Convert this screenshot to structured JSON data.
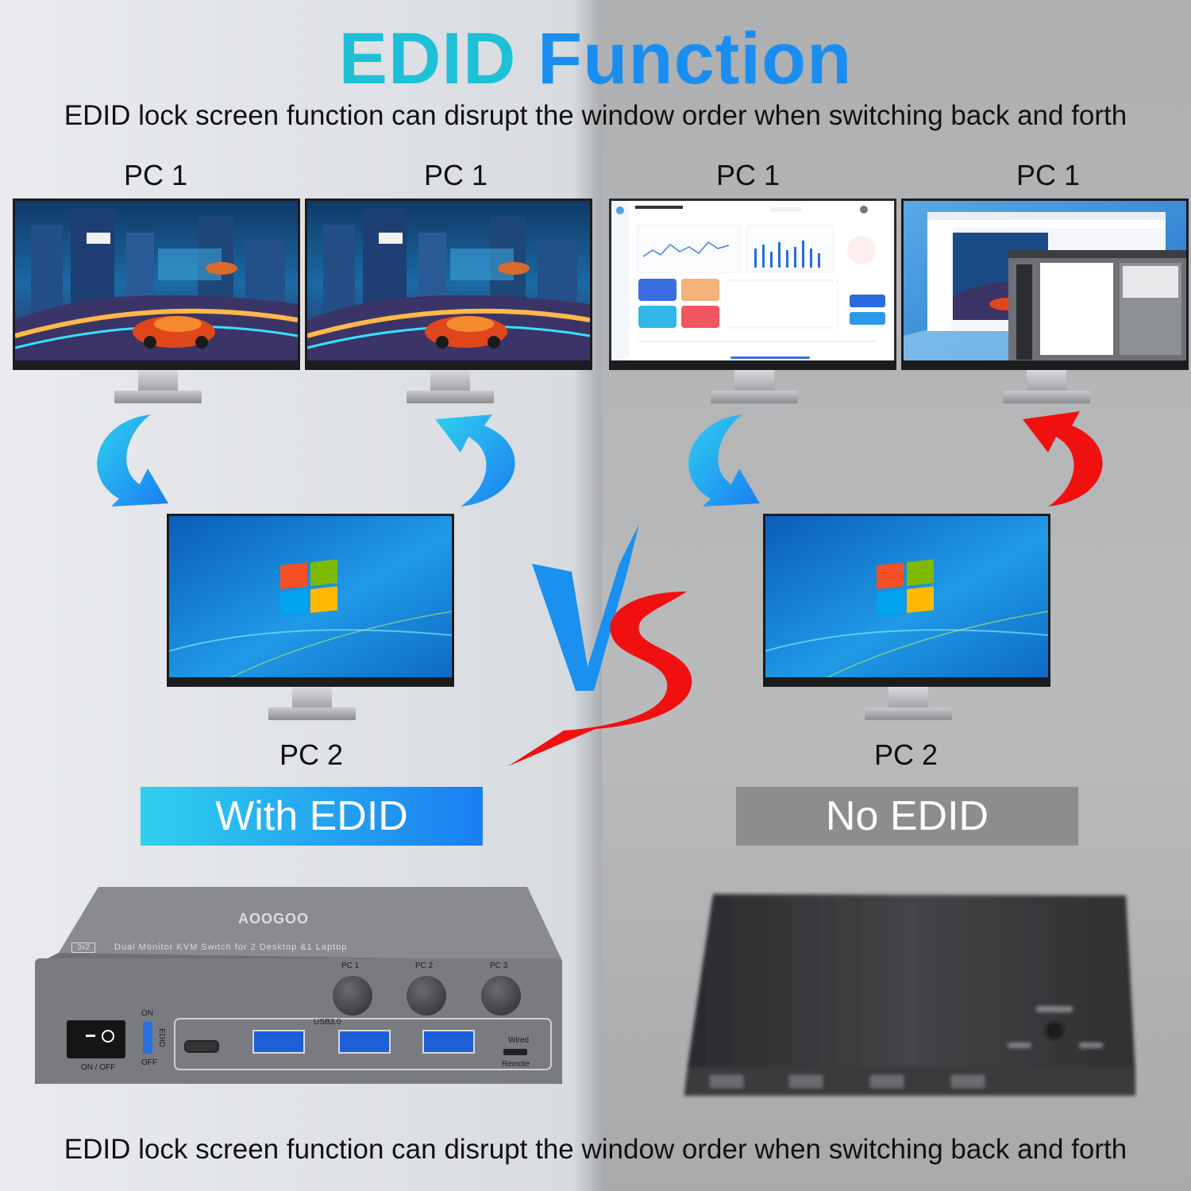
{
  "title": {
    "word1": "EDID",
    "word2": "Function"
  },
  "caption_top": "EDID lock screen function can disrupt the window order when switching back and forth",
  "caption_bottom": "EDID lock screen function can disrupt the window order when switching back and forth",
  "left": {
    "pc1_a": "PC 1",
    "pc1_b": "PC 1",
    "pc2": "PC 2",
    "badge": "With EDID"
  },
  "right": {
    "pc1_a": "PC 1",
    "pc1_b": "PC 1",
    "pc2": "PC 2",
    "badge": "No EDID"
  },
  "vs": "VS",
  "kvm": {
    "brand": "AOOGOO",
    "model_tag": "3x2",
    "model_text": "Dual Monitor KVM Switch for 2 Desktop &1 Laptop",
    "btn_pc1": "PC 1",
    "btn_pc2": "PC 2",
    "btn_pc3": "PC 3",
    "usb": "USB3.0",
    "on": "ON",
    "off": "OFF",
    "edid": "EDID",
    "on_off": "ON / OFF",
    "wired": "Wired",
    "remote": "Remote"
  },
  "colors": {
    "title_cyan": "#1ec0d8",
    "title_blue": "#1a8ef0",
    "arrow_blue": "#1a90f0",
    "arrow_red": "#f01010",
    "badge_with": "#1a7ef2",
    "badge_no": "#8c8d8f"
  }
}
